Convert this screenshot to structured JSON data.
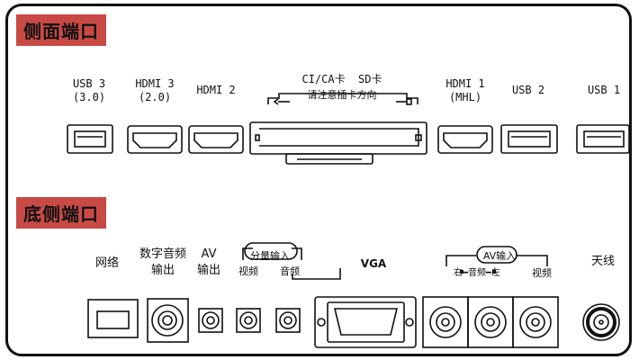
{
  "sections": {
    "side": "侧面端口",
    "bottom": "底侧端口"
  },
  "side_ports": {
    "usb3": "USB 3",
    "usb3_sub": "(3.0)",
    "hdmi3": "HDMI 3",
    "hdmi3_sub": "(2.0)",
    "hdmi2": "HDMI 2",
    "ci": "CI/CA卡  SD卡",
    "ci_hint": "请注意插卡方向",
    "hdmi1": "HDMI 1",
    "hdmi1_sub": "(MHL)",
    "usb2": "USB 2",
    "usb1": "USB 1"
  },
  "bottom_ports": {
    "network": "网络",
    "digital_audio_l1": "数字音频",
    "digital_audio_l2": "输出",
    "av_out_l1": "AV",
    "av_out_l2": "输出",
    "component": "分量输入",
    "component_video": "视频",
    "component_audio": "音频",
    "vga": "VGA",
    "av_in": "AV输入",
    "av_in_audio": "右━音频━左",
    "av_in_video": "视频",
    "antenna": "天线"
  },
  "colors": {
    "badge": "#c94a45",
    "stroke": "#111111"
  }
}
